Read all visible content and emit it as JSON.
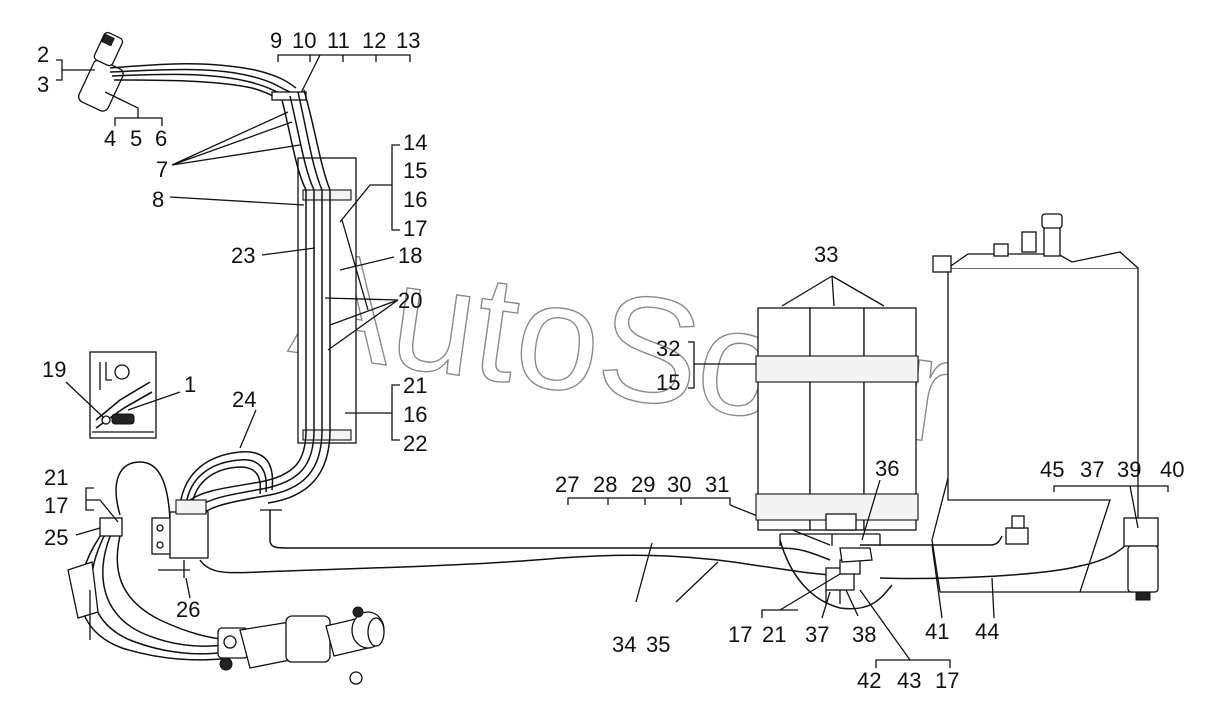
{
  "watermark": "AutoSoft.ru",
  "callouts": {
    "c1": "1",
    "c2": "2",
    "c3": "3",
    "c4": "4",
    "c5": "5",
    "c6": "6",
    "c7": "7",
    "c8": "8",
    "c9": "9",
    "c10": "10",
    "c11": "11",
    "c12": "12",
    "c13": "13",
    "c14": "14",
    "c15a": "15",
    "c16a": "16",
    "c17a": "17",
    "c18": "18",
    "c19": "19",
    "c20": "20",
    "c21a": "21",
    "c16b": "16",
    "c22": "22",
    "c23": "23",
    "c24": "24",
    "c21b": "21",
    "c17b": "17",
    "c25": "25",
    "c26": "26",
    "c27": "27",
    "c28": "28",
    "c29": "29",
    "c30": "30",
    "c31": "31",
    "c32": "32",
    "c15b": "15",
    "c33": "33",
    "c34": "34",
    "c35": "35",
    "c36": "36",
    "c17c": "17",
    "c21c": "21",
    "c37a": "37",
    "c38": "38",
    "c41": "41",
    "c44": "44",
    "c42": "42",
    "c43": "43",
    "c17d": "17",
    "c45": "45",
    "c37b": "37",
    "c39": "39",
    "c40": "40"
  }
}
